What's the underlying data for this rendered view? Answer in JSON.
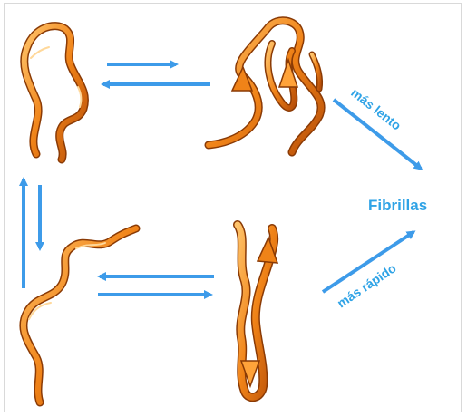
{
  "labels": {
    "fibrils": "Fibrillas",
    "slower": "más lento",
    "faster": "más rápido"
  },
  "colors": {
    "arrow": "#3d9be9",
    "text": "#2fa3e6",
    "ribbon_light": "#ffb347",
    "ribbon_mid": "#f07d12",
    "ribbon_dark": "#8a3a05"
  },
  "structures": [
    {
      "name": "disordered-loop-structure"
    },
    {
      "name": "hairpin-loop-structure"
    },
    {
      "name": "extended-coil-structure"
    },
    {
      "name": "beta-hairpin-structure"
    }
  ]
}
